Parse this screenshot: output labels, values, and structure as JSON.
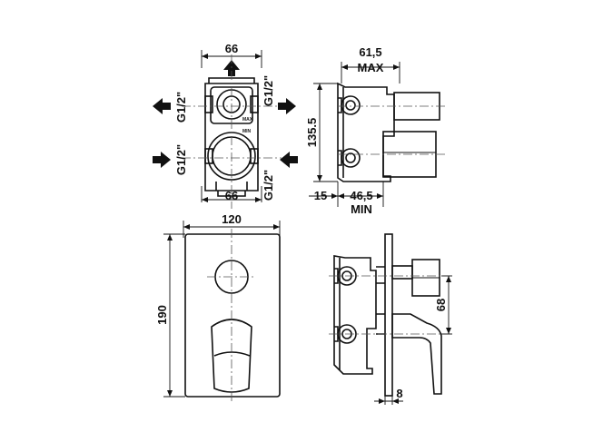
{
  "top_left_view": {
    "width_top": "66",
    "width_bottom": "66",
    "thread_top": "G1/2\"",
    "thread_left_upper": "G1/2\"",
    "thread_left_lower": "G1/2\"",
    "thread_right_lower": "G1/2\"",
    "label_max": "MAX",
    "label_min": "MIN"
  },
  "top_right_view": {
    "depth_max": "61,5",
    "depth_max_label": "MAX",
    "height": "135.5",
    "offset": "15",
    "depth_min": "46,5",
    "depth_min_label": "MIN"
  },
  "bottom_left_view": {
    "plate_width": "120",
    "plate_height": "190"
  },
  "bottom_right_view": {
    "spacing": "68",
    "plate_thickness": "8"
  }
}
